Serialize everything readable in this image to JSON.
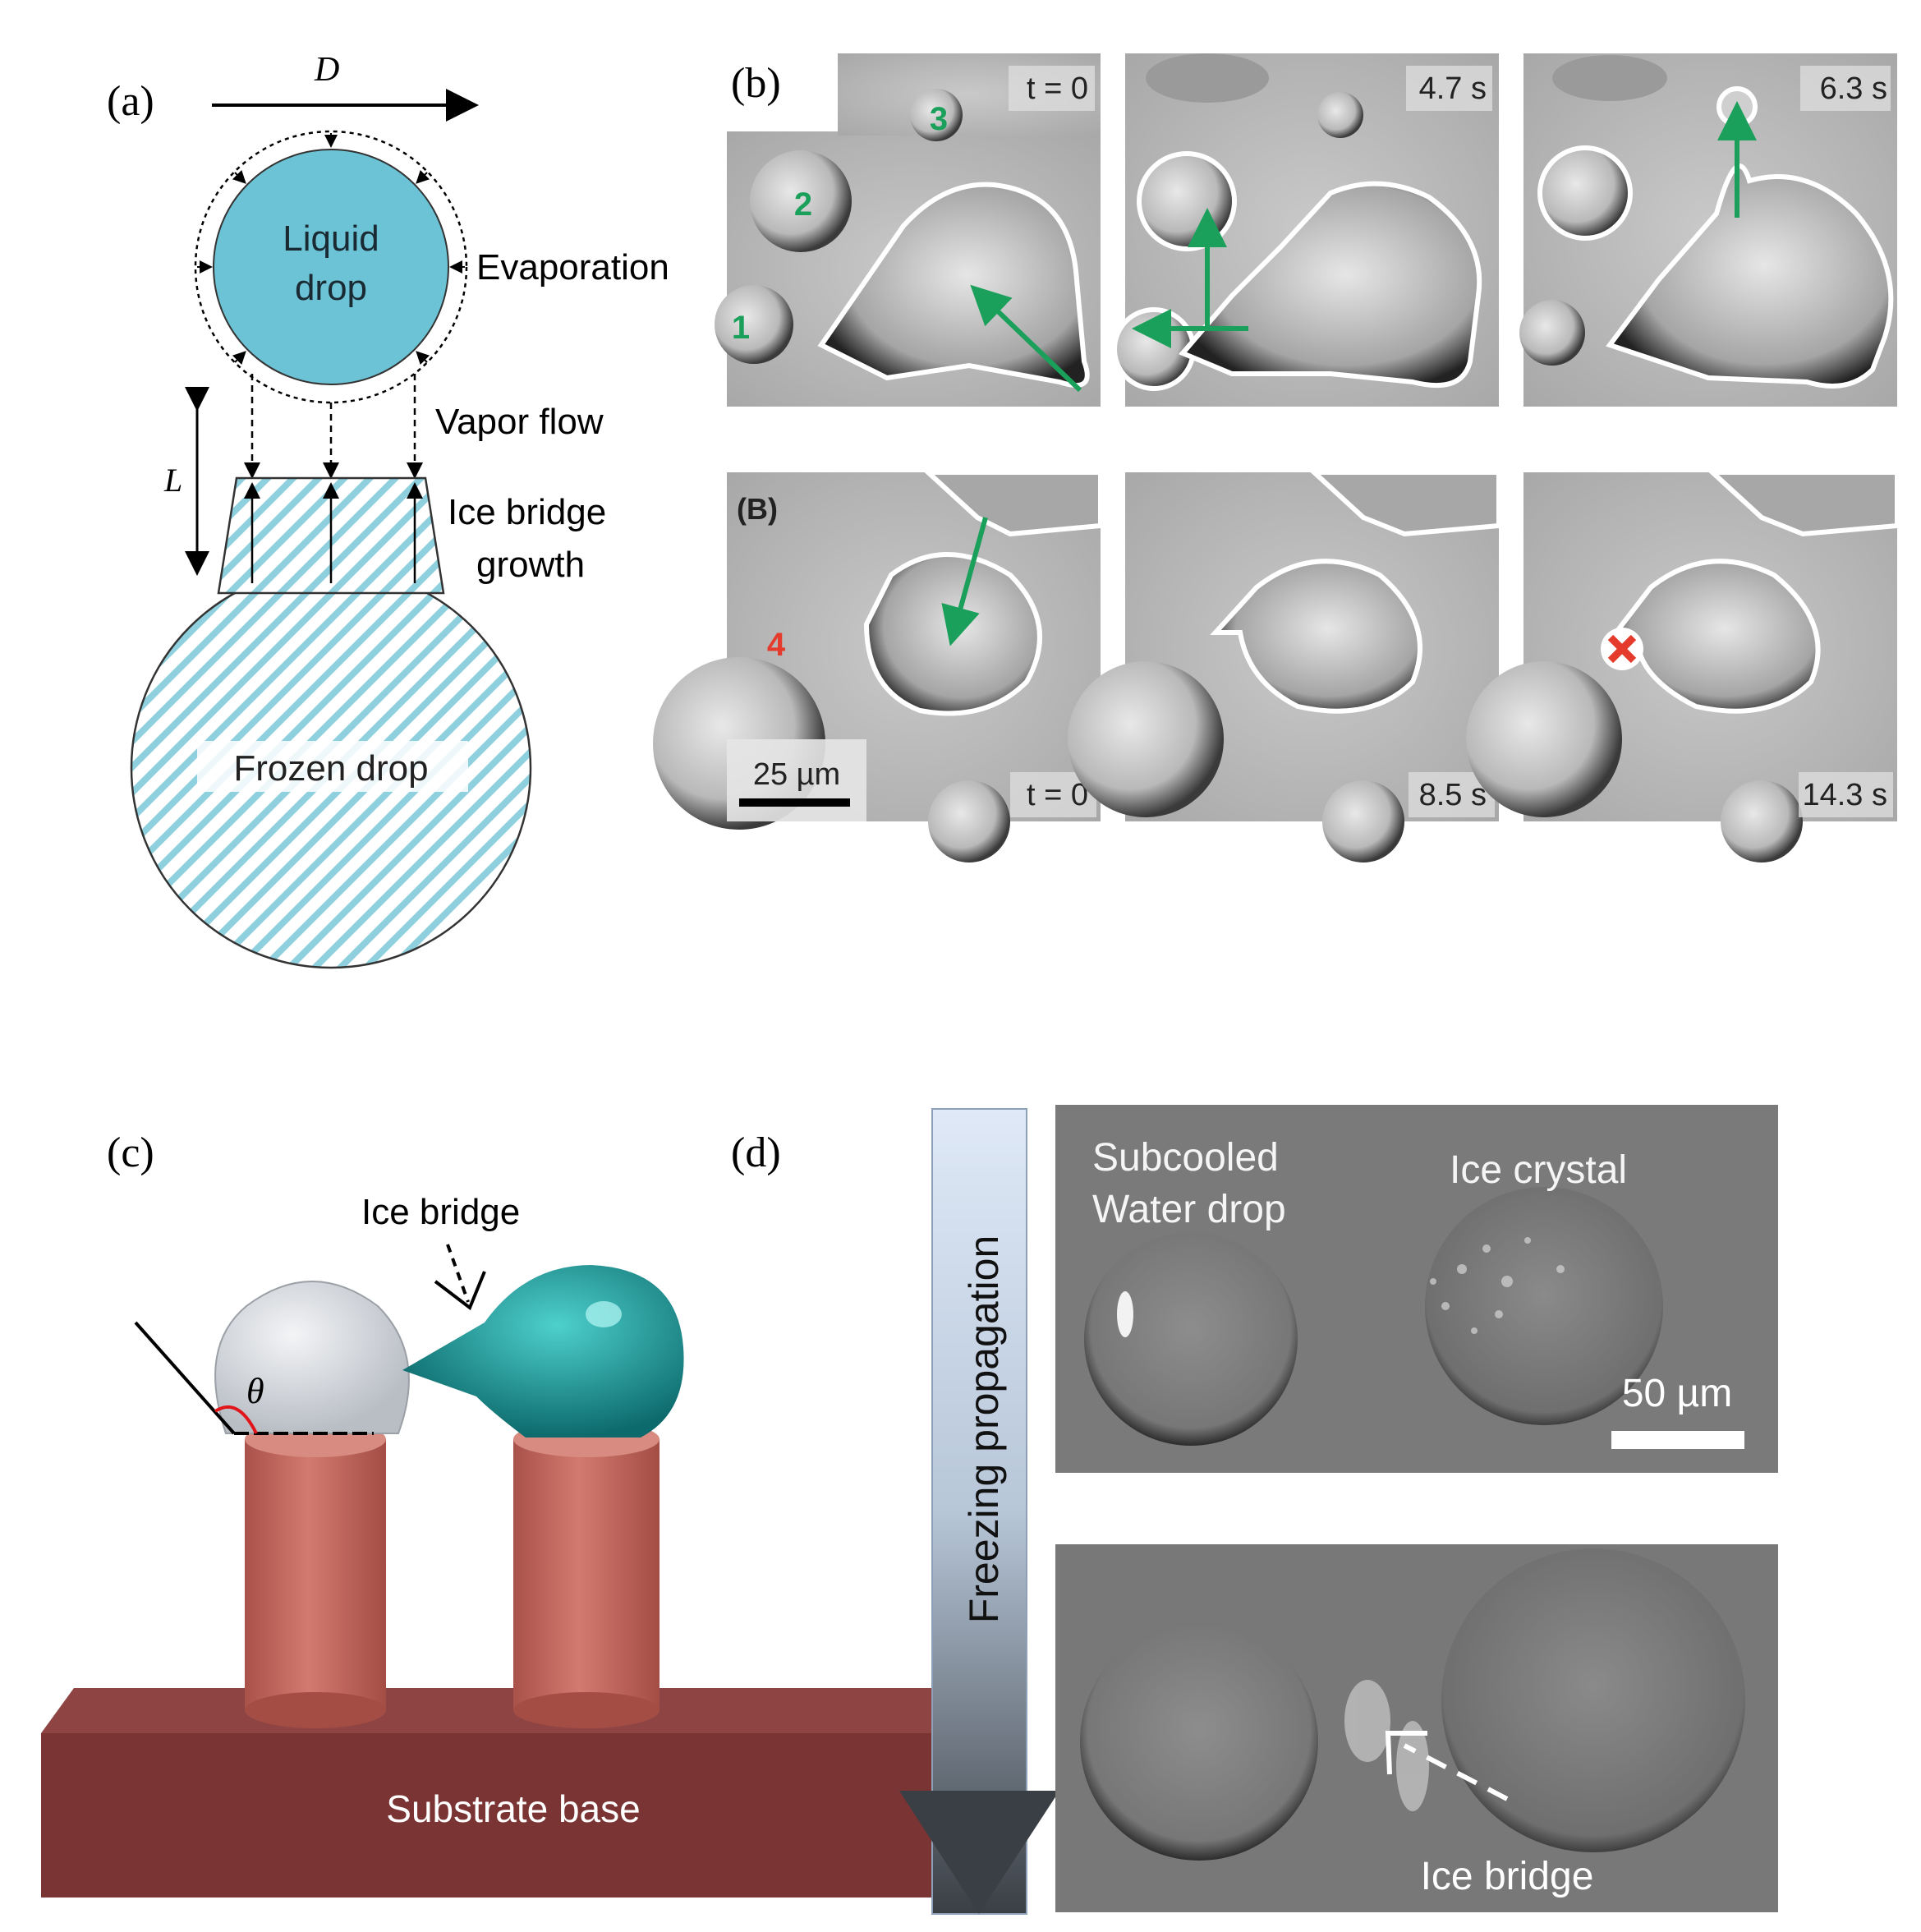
{
  "panel_a": {
    "label": "(a)",
    "D_symbol": "D",
    "L_symbol": "L",
    "liquid_line1": "Liquid",
    "liquid_line2": "drop",
    "evaporation": "Evaporation",
    "vapor_flow": "Vapor flow",
    "ice_bridge_line1": "Ice bridge",
    "ice_bridge_line2": "growth",
    "frozen_drop": "Frozen drop",
    "liquid_color": "#6cc3d5",
    "hatch_color": "#6cc3d5"
  },
  "panel_b": {
    "label": "(b)",
    "row2_label": "(B)",
    "frames_top": [
      "t = 0",
      "4.7 s",
      "6.3 s"
    ],
    "frames_bottom": [
      "t = 0",
      "8.5 s",
      "14.3 s"
    ],
    "drop_numbers": [
      "1",
      "2",
      "3"
    ],
    "red_number": "4",
    "scale_bar": "25 µm",
    "arrow_color": "#1aa05a",
    "marker_color": "#e53b2c"
  },
  "panel_c": {
    "label": "(c)",
    "ice_bridge": "Ice bridge",
    "theta": "θ",
    "substrate": "Substrate base",
    "pillar_color": "#c4645a",
    "base_color": "#7b3434",
    "drop_color": "#d9dde2",
    "frozen_color": "#1a8c8c"
  },
  "panel_d": {
    "label": "(d)",
    "subcooled_line1": "Subcooled",
    "subcooled_line2": "Water drop",
    "ice_crystal": "Ice crystal",
    "scale_bar": "50 µm",
    "ice_bridge": "Ice bridge",
    "arrow_label": "Freezing propagation"
  }
}
